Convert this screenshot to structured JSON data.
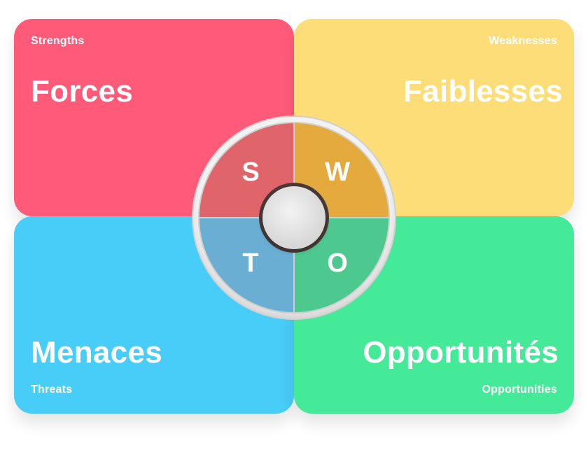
{
  "quadrants": {
    "strengths": {
      "subtitle": "Strengths",
      "title": "Forces",
      "letter": "S",
      "color": "#FF5B79",
      "segment_color": "#DF656B"
    },
    "weaknesses": {
      "subtitle": "Weaknesses",
      "title": "Faiblesses",
      "letter": "W",
      "color": "#FDDD77",
      "segment_color": "#E5AA3E"
    },
    "threats": {
      "subtitle": "Threats",
      "title": "Menaces",
      "letter": "T",
      "color": "#48CCF8",
      "segment_color": "#6AAED4"
    },
    "opportunities": {
      "subtitle": "Opportunities",
      "title": "Opportunités",
      "letter": "O",
      "color": "#45EA98",
      "segment_color": "#4DC88E"
    }
  },
  "hub_color": "#E3E3E3",
  "ring_color": "#EDEDED"
}
